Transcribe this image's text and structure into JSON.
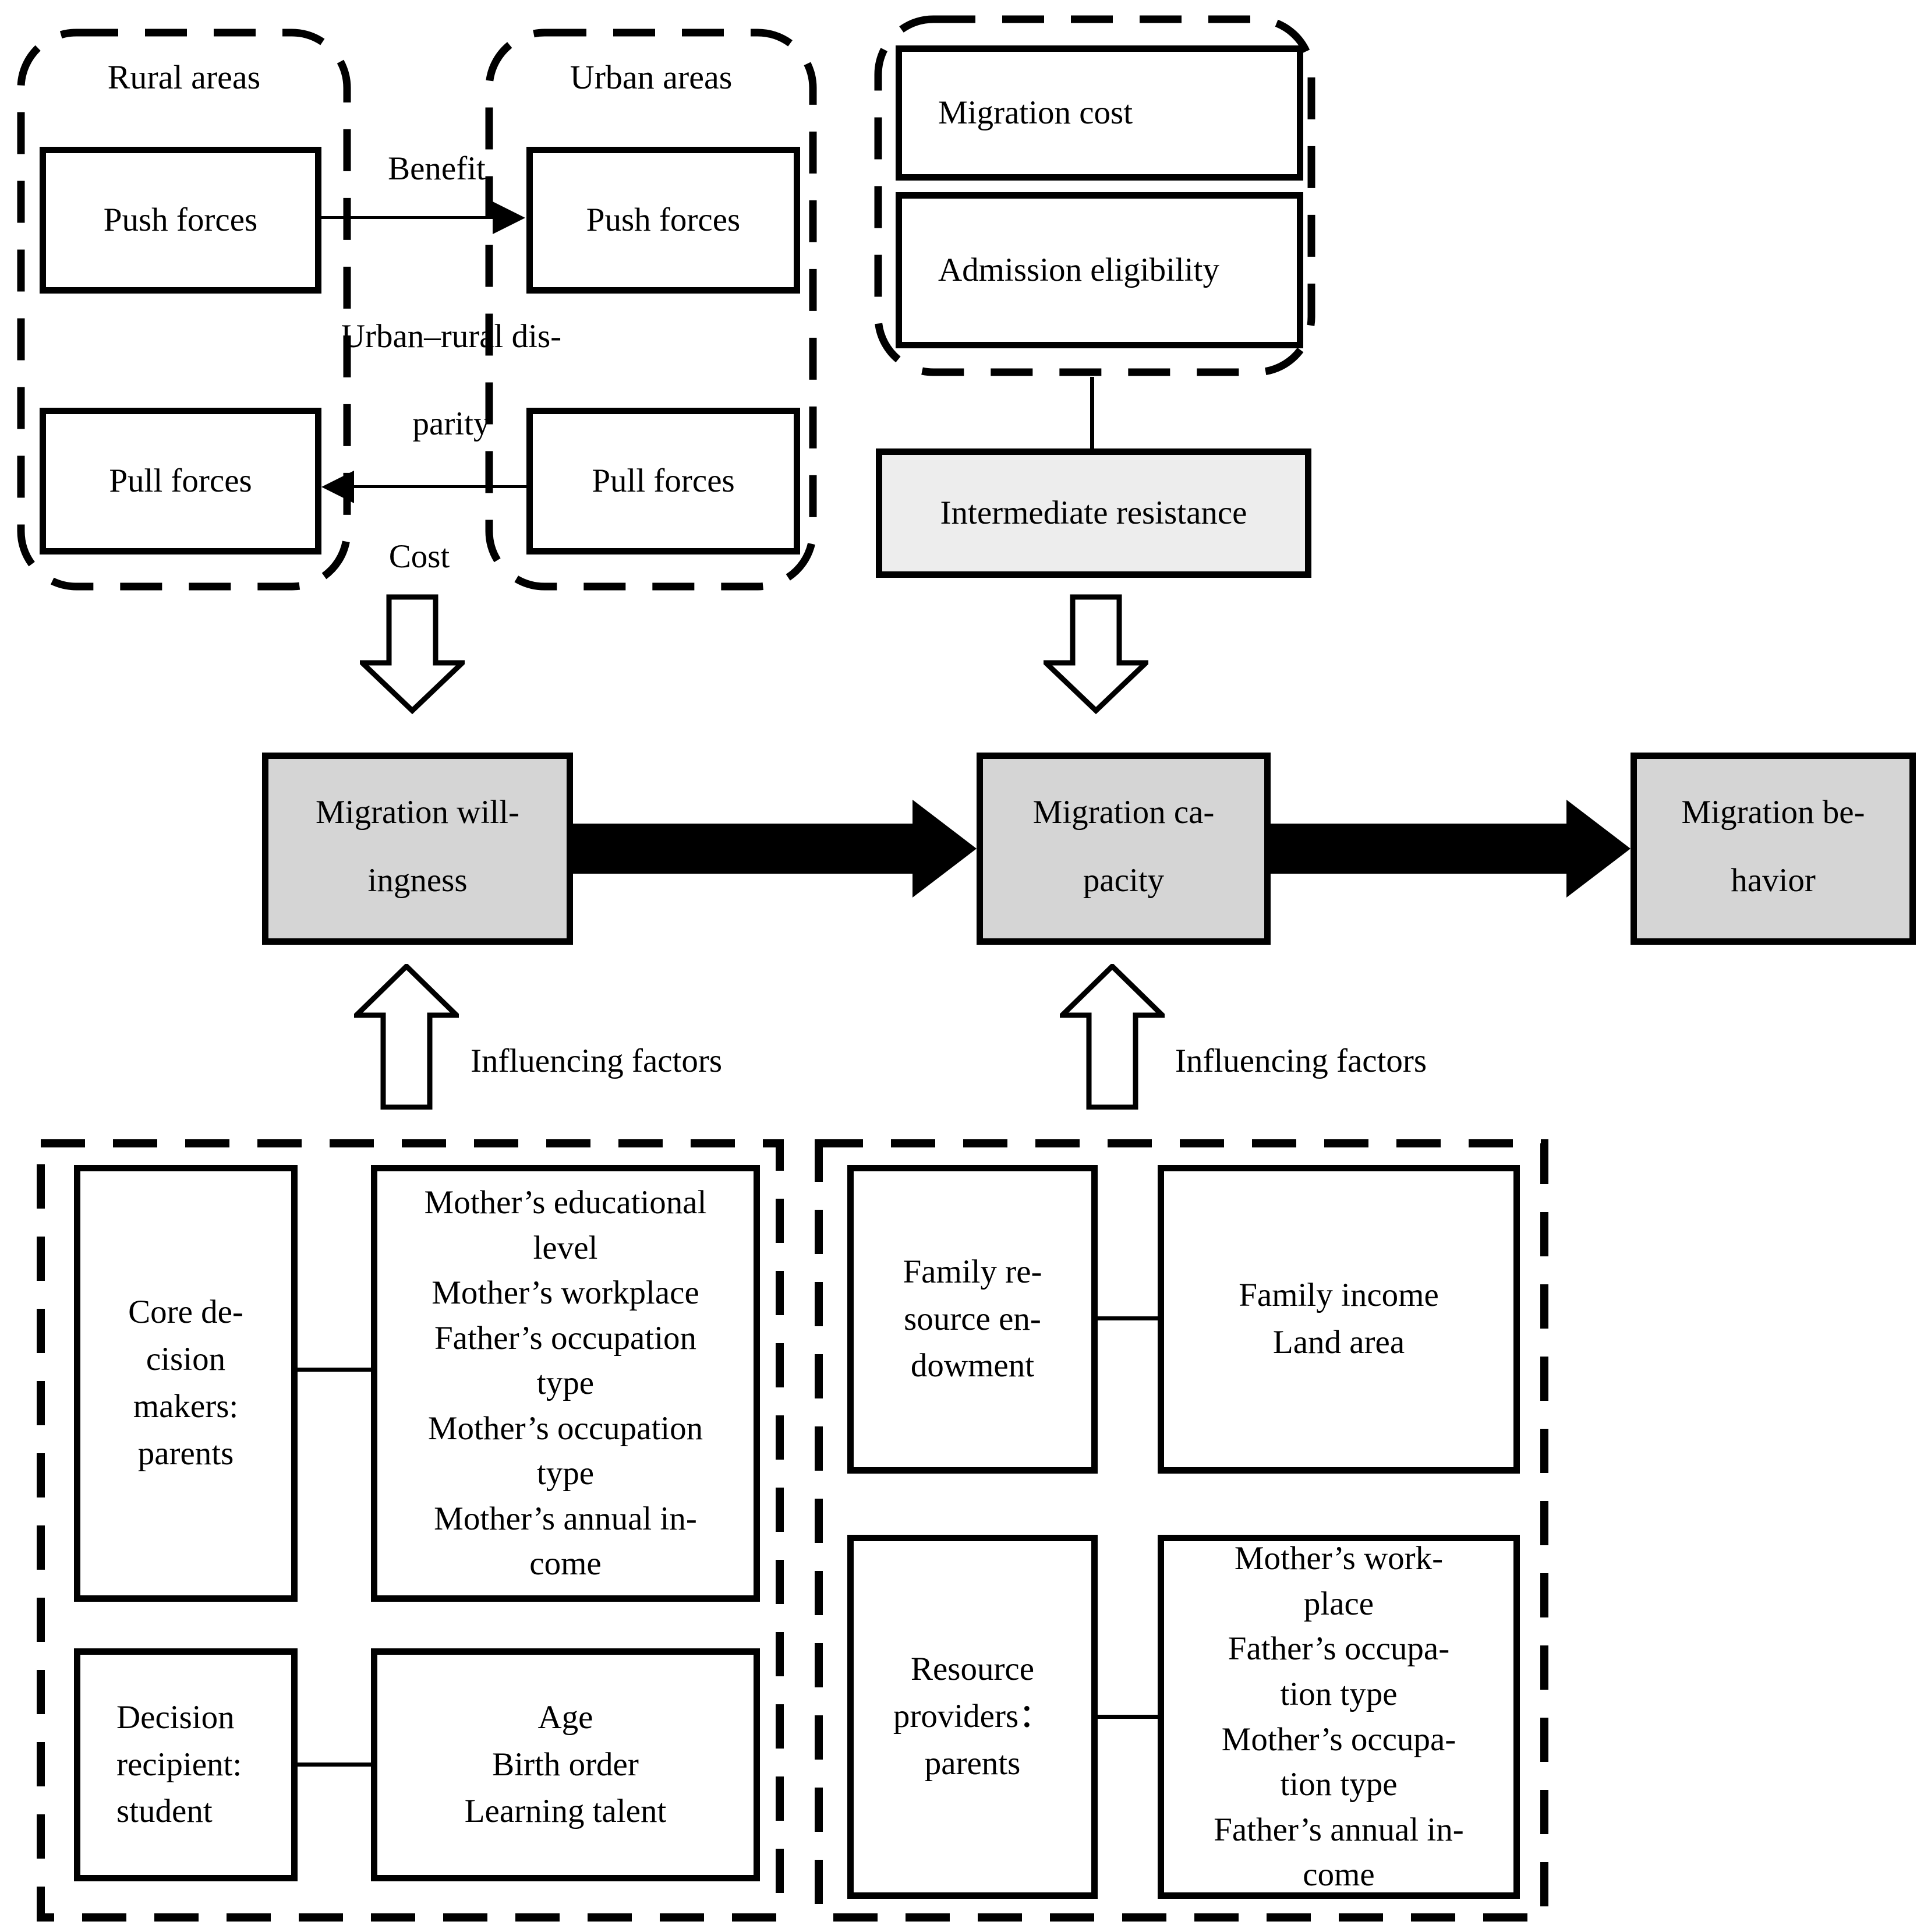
{
  "figure": {
    "rural": {
      "title": "Rural areas",
      "push": "Push forces",
      "pull": "Pull forces"
    },
    "urban": {
      "title": "Urban areas",
      "push": "Push forces",
      "pull": "Pull forces"
    },
    "exchange": {
      "benefit": "Benefit",
      "disparity_line1": "Urban–rural dis-",
      "disparity_line2": "parity",
      "cost": "Cost"
    },
    "resistance": {
      "migration_cost": "Migration cost",
      "admission_eligibility": "Admission eligibility",
      "intermediate": "Intermediate resistance"
    },
    "chain": {
      "willingness_line1": "Migration will-",
      "willingness_line2": "ingness",
      "capacity_line1": "Migration ca-",
      "capacity_line2": "pacity",
      "behavior_line1": "Migration be-",
      "behavior_line2": "havior",
      "influencing_left": "Influencing factors",
      "influencing_right": "Influencing factors"
    },
    "willingness_factors": {
      "core_makers": "Core de-\ncision\nmakers:\nparents",
      "parent_factors": "Mother’s educational\nlevel\nMother’s workplace\nFather’s occupation\ntype\nMother’s occupation\ntype\nMother’s annual in-\ncome",
      "recipient": "Decision\nrecipient:\nstudent",
      "student_factors": "Age\nBirth order\nLearning talent"
    },
    "capacity_factors": {
      "family_resource": "Family re-\nsource en-\ndowment",
      "family_factors": "Family income\nLand area",
      "providers": "Resource\nproviders：\nparents",
      "provider_factors": "Mother’s work-\nplace\nFather’s occupa-\ntion type\nMother’s occupa-\ntion type\nFather’s annual in-\ncome"
    },
    "colors": {
      "stage_fill": "#d5d5d5",
      "resistance_fill": "#ededed",
      "ink": "#000000",
      "paper": "#ffffff"
    }
  }
}
